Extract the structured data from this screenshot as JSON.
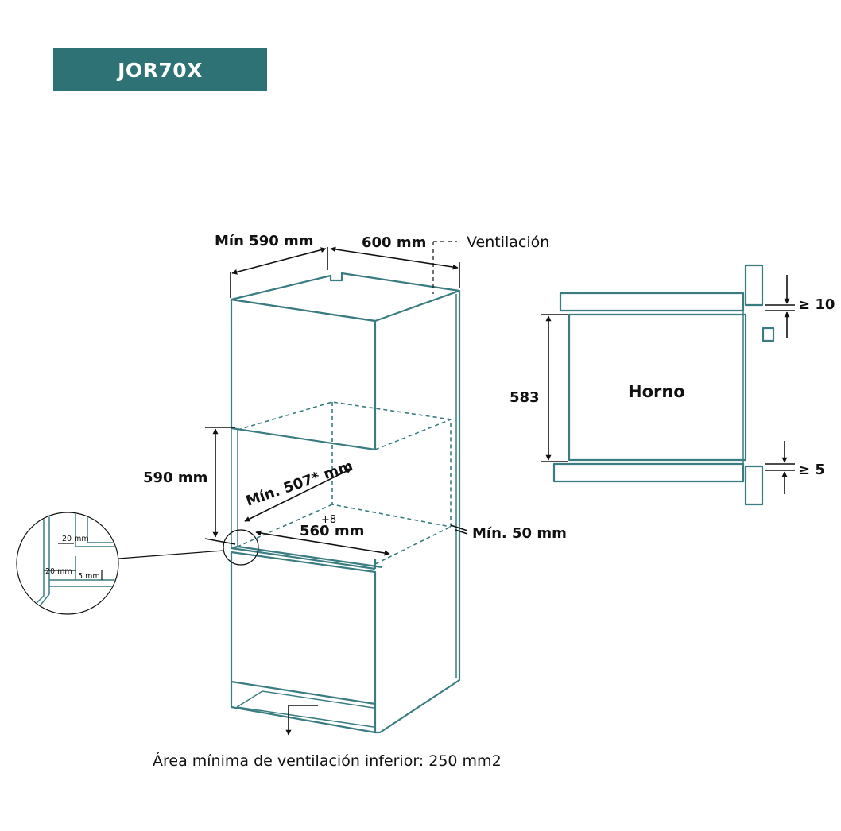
{
  "colors": {
    "banner": "#2e7275",
    "outline": "#3b7c80",
    "hatch": "#3b7c80",
    "text": "#111111"
  },
  "header": {
    "model": "JOR70X"
  },
  "front_view": {
    "width_top": "Mín 590 mm",
    "depth_top": "600 mm",
    "ventilation": "Ventilación",
    "niche_height": "590 mm",
    "min_depth": "Mín. 507* mm",
    "tolerance": "+8",
    "niche_width": "560 mm",
    "gap": "Mín. 50 mm",
    "bottom_note": "Área mínima de ventilación inferior: 250 mm2"
  },
  "detail": {
    "top": "20 mm",
    "left": "20 mm",
    "bottom": "5 mm"
  },
  "side_view": {
    "oven": "Horno",
    "height": "583",
    "top_gap": "≥ 10",
    "bottom_gap": "≥ 5"
  }
}
